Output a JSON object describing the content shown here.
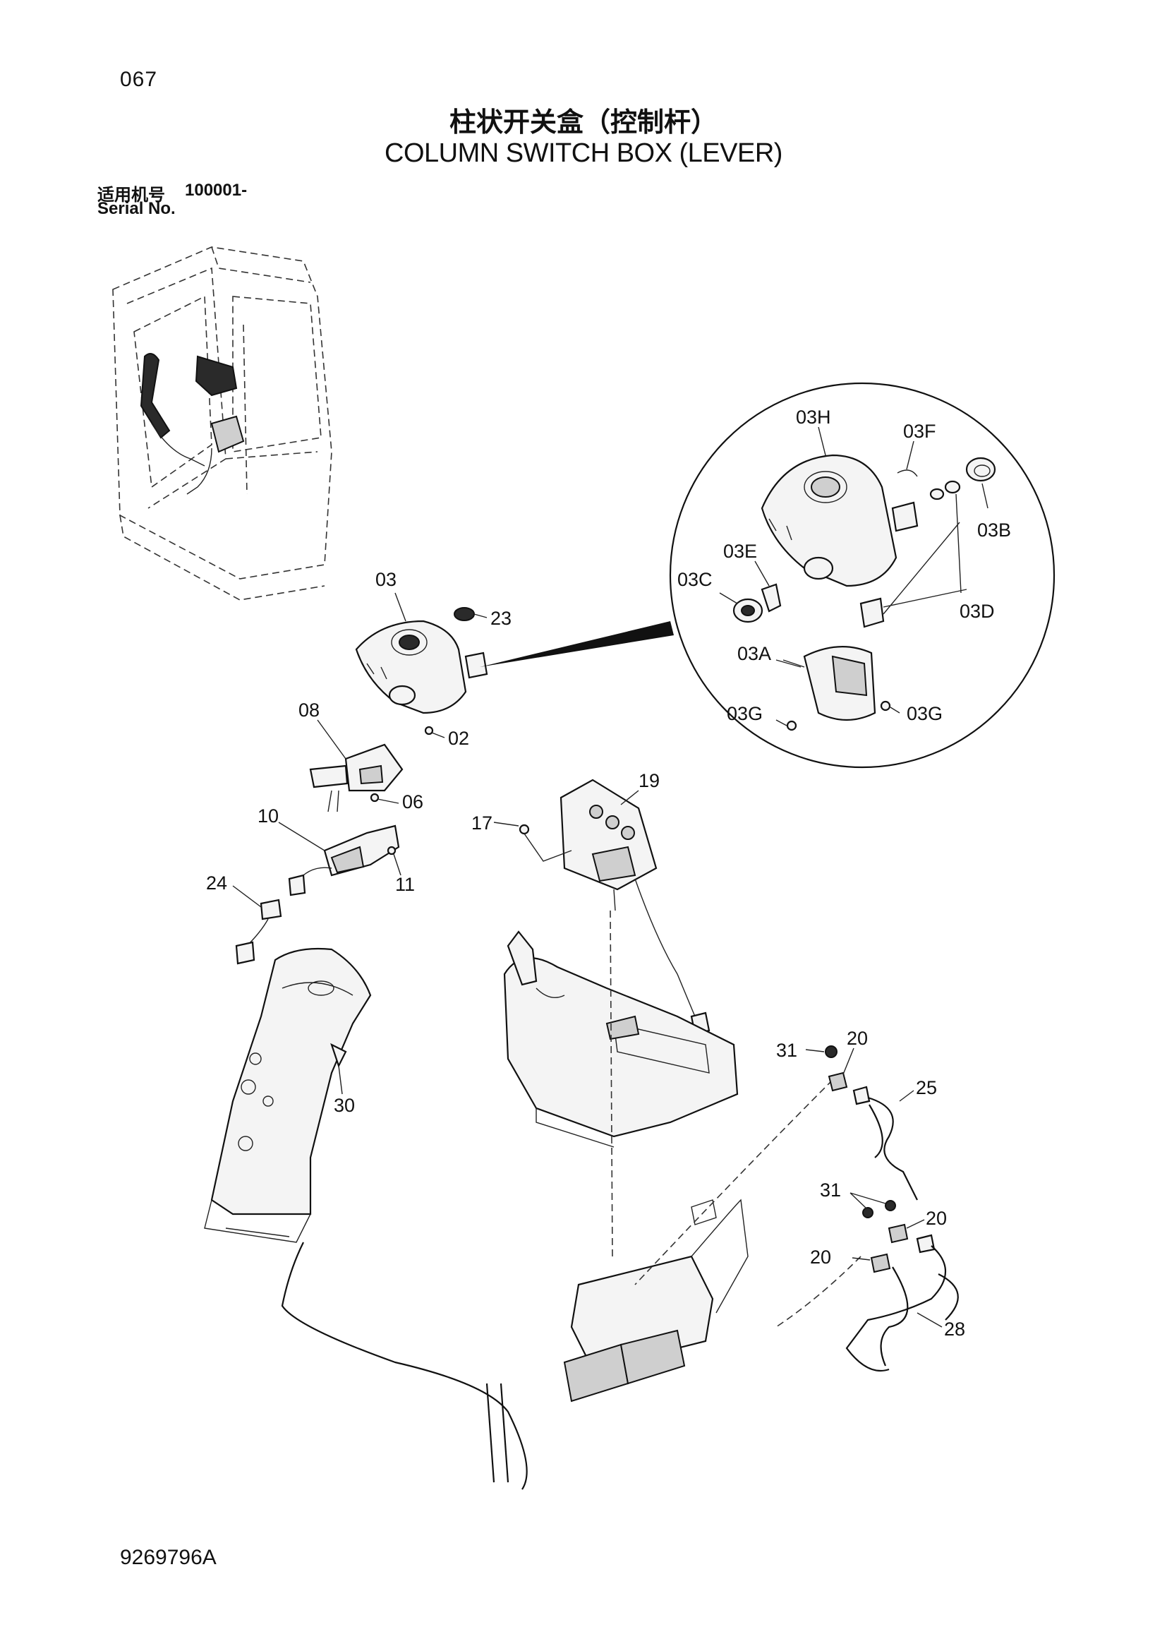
{
  "page_number": "067",
  "title_cn": "柱状开关盒（控制杆）",
  "title_en": "COLUMN SWITCH BOX (LEVER)",
  "serial_label_cn": "适用机号",
  "serial_range": "100001-",
  "serial_label_en": "Serial No.",
  "drawing_number": "9269796A",
  "callouts": {
    "c03": "03",
    "c23": "23",
    "c02": "02",
    "c08": "08",
    "c06": "06",
    "c10": "10",
    "c11": "11",
    "c24": "24",
    "c30": "30",
    "c17": "17",
    "c19": "19",
    "c31a": "31",
    "c20a": "20",
    "c25": "25",
    "c31b": "31",
    "c20b": "20",
    "c20c": "20",
    "c28": "28",
    "c03H": "03H",
    "c03F": "03F",
    "c03B": "03B",
    "c03E": "03E",
    "c03C": "03C",
    "c03D": "03D",
    "c03A": "03A",
    "c03G1": "03G",
    "c03G2": "03G"
  }
}
